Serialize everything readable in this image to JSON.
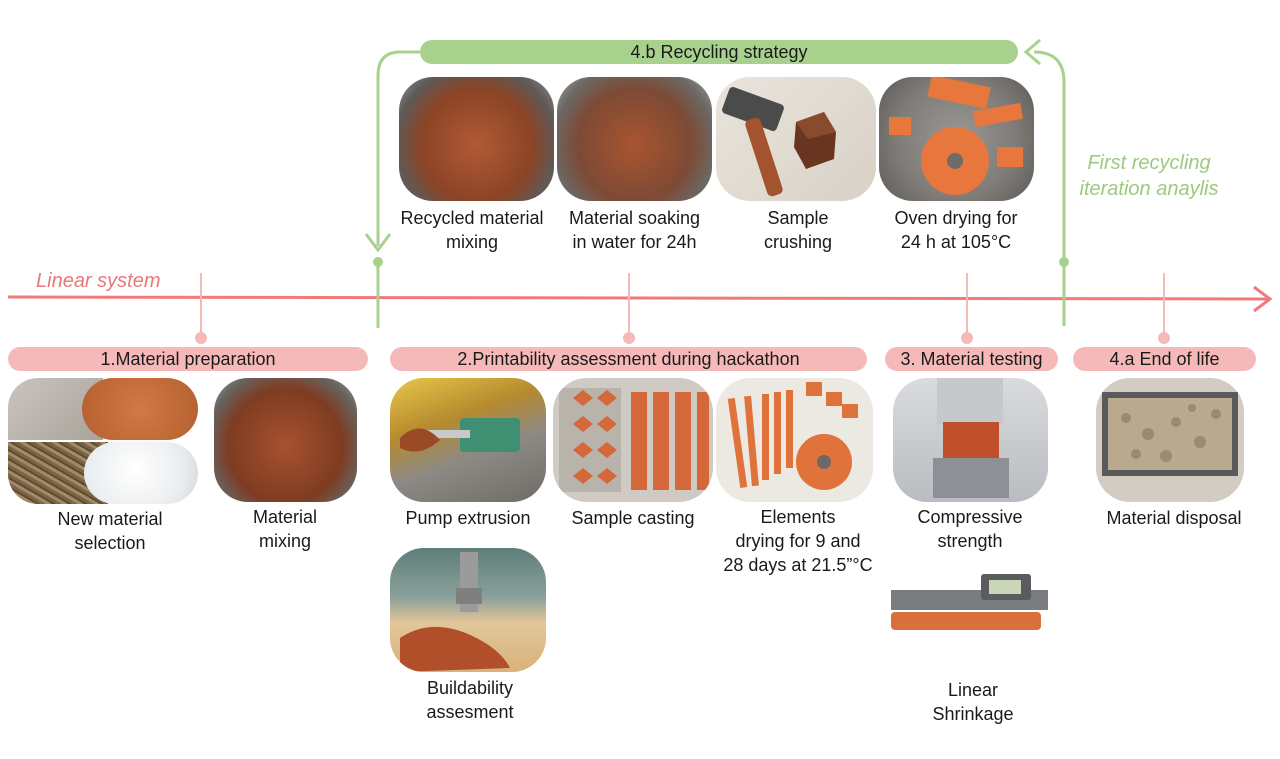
{
  "colors": {
    "linear_red": "#f27a7a",
    "tick_pink": "#f6b9b9",
    "pill_red": "#f6b9b9",
    "recycle_green": "#a9d18e",
    "clay_orange": "#c65a2e",
    "soil_grey": "#b8b2a7"
  },
  "linear_label": "Linear system",
  "recycling": {
    "title": "4.b Recycling strategy",
    "iteration_label": "First recycling\niteration anaylis",
    "steps": [
      {
        "caption": "Recycled material\nmixing",
        "icon": "clay-mix-photo"
      },
      {
        "caption": "Material soaking\nin water for 24h",
        "icon": "soaking-bowl-photo"
      },
      {
        "caption": "Sample\ncrushing",
        "icon": "hammer-crushing-photo"
      },
      {
        "caption": "Oven drying for\n24 h at 105°C",
        "icon": "oven-drying-photo"
      }
    ]
  },
  "stages": {
    "prep": {
      "title": "1.Material preparation",
      "items": [
        {
          "caption": "New material\nselection",
          "icon": "raw-materials-photo"
        },
        {
          "caption": "Material\nmixing",
          "icon": "mixing-bowl-photo"
        }
      ]
    },
    "print": {
      "title": "2.Printability assessment during hackathon",
      "items": [
        {
          "caption": "Pump extrusion",
          "icon": "pump-extrusion-photo"
        },
        {
          "caption": "Sample casting",
          "icon": "sample-casting-photo"
        },
        {
          "caption": "Elements\ndrying for 9 and\n28 days at 21.5”°C",
          "icon": "drying-elements-photo"
        },
        {
          "caption": "Buildability\nassesment",
          "icon": "buildability-photo"
        }
      ]
    },
    "testing": {
      "title": "3. Material testing",
      "items": [
        {
          "caption": "Compressive\nstrength",
          "icon": "compression-test-photo"
        },
        {
          "caption": "Linear\nShrinkage",
          "icon": "caliper-shrinkage-photo"
        }
      ]
    },
    "eol": {
      "title": "4.a End of life",
      "items": [
        {
          "caption": "Material disposal",
          "icon": "disposal-tray-photo"
        }
      ]
    }
  }
}
